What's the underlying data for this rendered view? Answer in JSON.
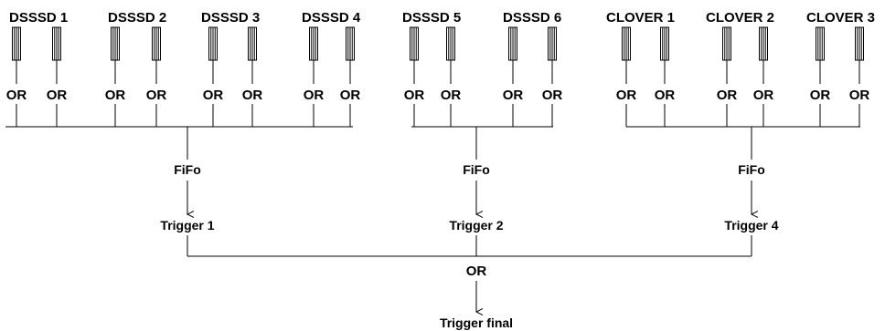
{
  "detectors": [
    {
      "name": "DSSSD 1",
      "group": 0
    },
    {
      "name": "DSSSD 2",
      "group": 0
    },
    {
      "name": "DSSSD 3",
      "group": 0
    },
    {
      "name": "DSSSD 4",
      "group": 0
    },
    {
      "name": "DSSSD 5",
      "group": 1
    },
    {
      "name": "DSSSD 6",
      "group": 1
    },
    {
      "name": "CLOVER 1",
      "group": 2
    },
    {
      "name": "CLOVER 2",
      "group": 2
    },
    {
      "name": "CLOVER 3",
      "group": 2
    }
  ],
  "or_label": "OR",
  "groups": [
    {
      "fifo": "FiFo",
      "trigger": "Trigger 1"
    },
    {
      "fifo": "FiFo",
      "trigger": "Trigger 2"
    },
    {
      "fifo": "FiFo",
      "trigger": "Trigger  4"
    }
  ],
  "final_or": "OR",
  "final_trigger": "Trigger final"
}
